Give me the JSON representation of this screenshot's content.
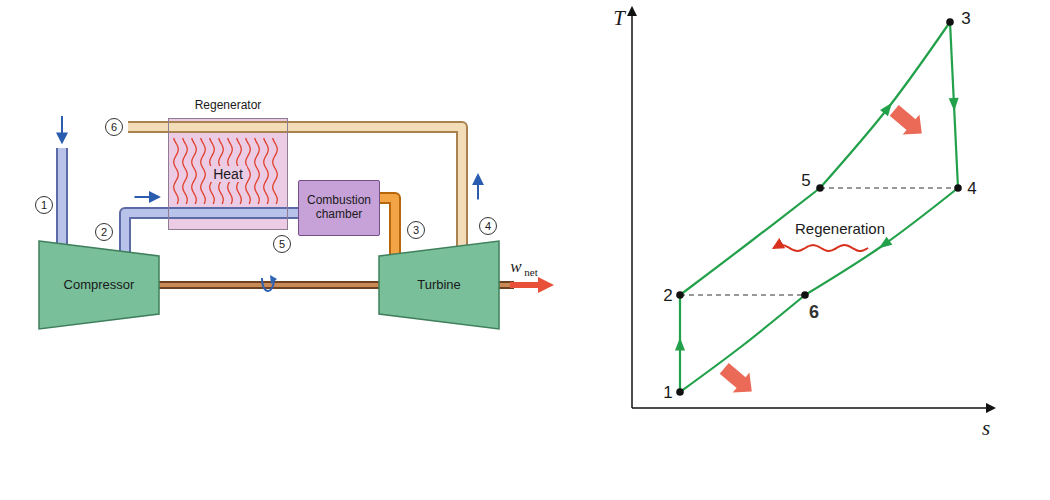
{
  "diagram": {
    "nodes": [
      {
        "text": [
          "Regenerator",
          "Heat"
        ]
      },
      {
        "text": [
          "Combustion chamber"
        ]
      },
      {
        "text": [
          "Compressor"
        ]
      },
      {
        "text": [
          "Turbine"
        ]
      }
    ],
    "edges": [
      {
        "from": 2,
        "to": 0,
        "arrow": "to"
      },
      {
        "from": 0,
        "to": 1,
        "arrow": "none"
      },
      {
        "from": 1,
        "to": 3,
        "arrow": "none"
      },
      {
        "from": 3,
        "to": 0,
        "arrow": "to"
      },
      {
        "from": 2,
        "to": 3,
        "arrow": "none"
      }
    ],
    "labels": [
      "1",
      "2",
      "3",
      "4",
      "5",
      "6",
      "w",
      "net",
      "T",
      "s",
      "1",
      "2",
      "3",
      "4",
      "5",
      "6",
      "Regeneration"
    ]
  }
}
